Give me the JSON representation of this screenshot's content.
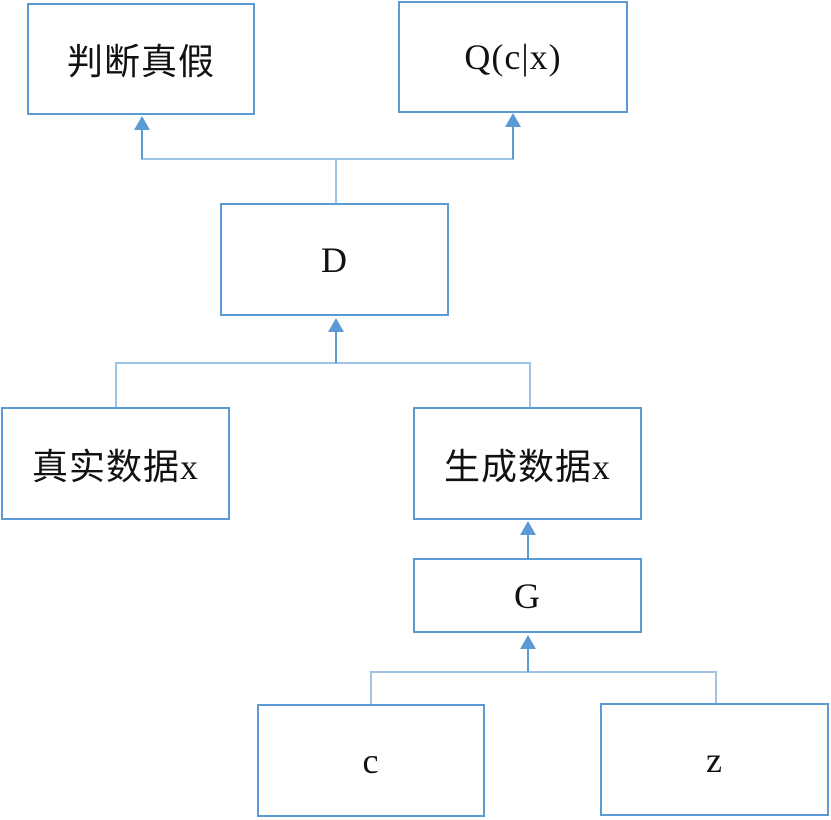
{
  "diagram": {
    "type": "flowchart",
    "description": "InfoGAN-style architecture diagram: latent code c and noise z feed generator G, which produces generated data x; real data x and generated data x feed discriminator D, which outputs real/fake judgement and Q(c|x).",
    "nodes": {
      "judge": {
        "label": "判断真假"
      },
      "q": {
        "label": "Q(c|x)"
      },
      "d": {
        "label": "D"
      },
      "real": {
        "label": "真实数据x"
      },
      "gen": {
        "label": "生成数据x"
      },
      "g": {
        "label": "G"
      },
      "c": {
        "label": "c"
      },
      "z": {
        "label": "z"
      }
    },
    "edges": [
      {
        "from": "d",
        "to": "judge",
        "arrow": "up"
      },
      {
        "from": "d",
        "to": "q",
        "arrow": "up"
      },
      {
        "from": "real",
        "to": "d",
        "arrow": "up"
      },
      {
        "from": "gen",
        "to": "d",
        "arrow": "up"
      },
      {
        "from": "g",
        "to": "gen",
        "arrow": "up"
      },
      {
        "from": "c",
        "to": "g",
        "arrow": "up"
      },
      {
        "from": "z",
        "to": "g",
        "arrow": "up"
      }
    ],
    "colors": {
      "box_border": "#5B9BD5",
      "connector_line": "#9DC3E6",
      "arrow": "#5B9BD5",
      "text": "#111111",
      "background": "#FFFFFF"
    }
  }
}
